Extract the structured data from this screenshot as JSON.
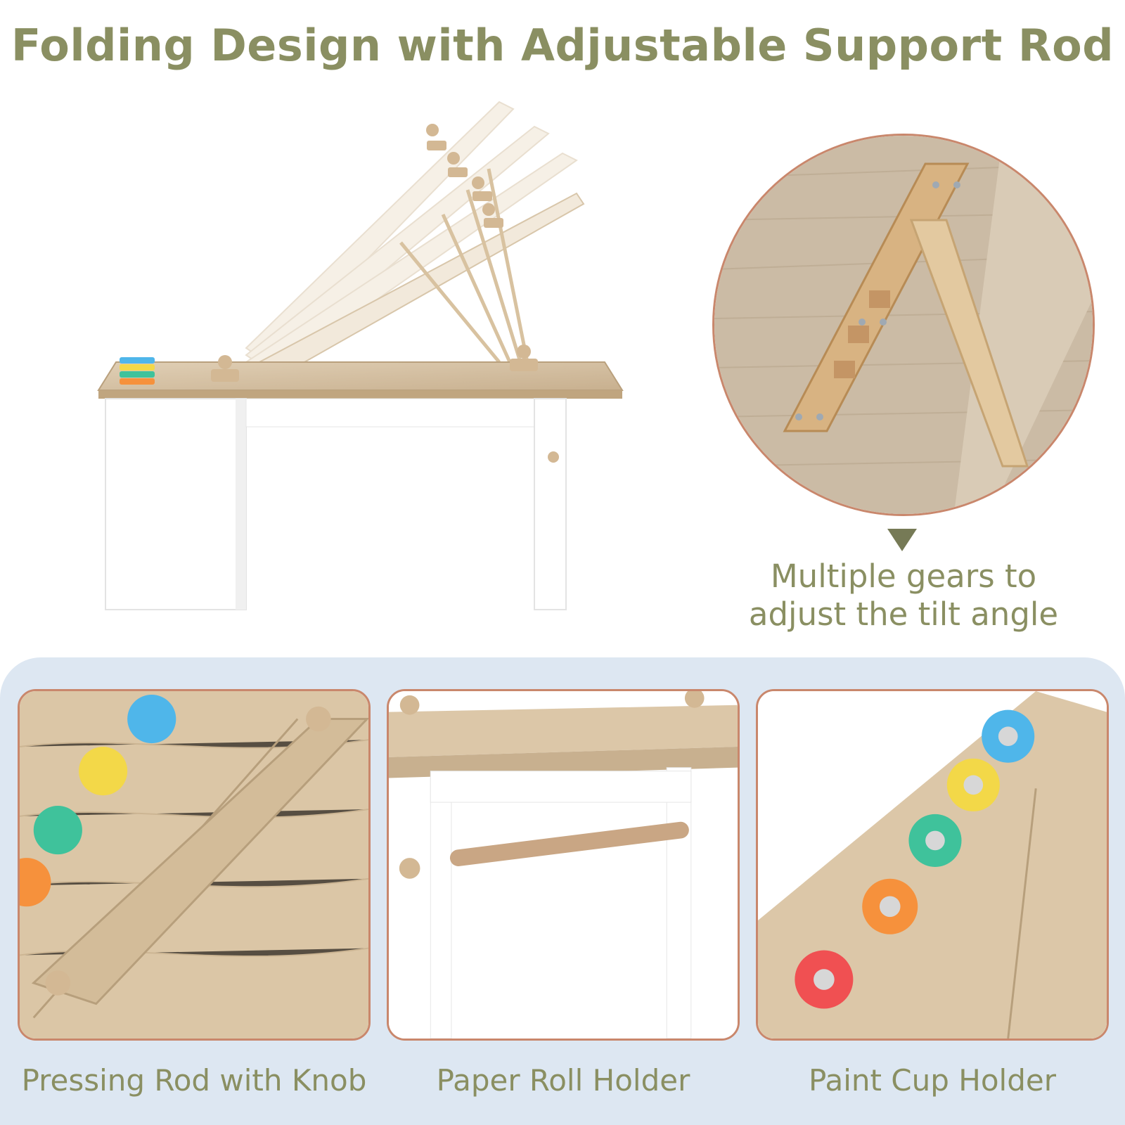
{
  "title": "Folding Design with Adjustable Support Rod",
  "zoom_caption": "Multiple gears to adjust the tilt angle",
  "panels": [
    {
      "label": "Pressing Rod with Knob"
    },
    {
      "label": "Paper Roll Holder"
    },
    {
      "label": "Paint Cup Holder"
    }
  ],
  "colors": {
    "title_text": "#8a8f62",
    "accent_border": "#c9876c",
    "band_background": "#dde7f2",
    "wood": "#d6c2a6",
    "table_white": "#ffffff",
    "cup_blue": "#4fb6ea",
    "cup_yellow": "#f3d848",
    "cup_green": "#3fc29b",
    "cup_orange": "#f6913c",
    "cup_red": "#f05052"
  },
  "icons": {
    "arrow": "triangle-down-icon"
  }
}
